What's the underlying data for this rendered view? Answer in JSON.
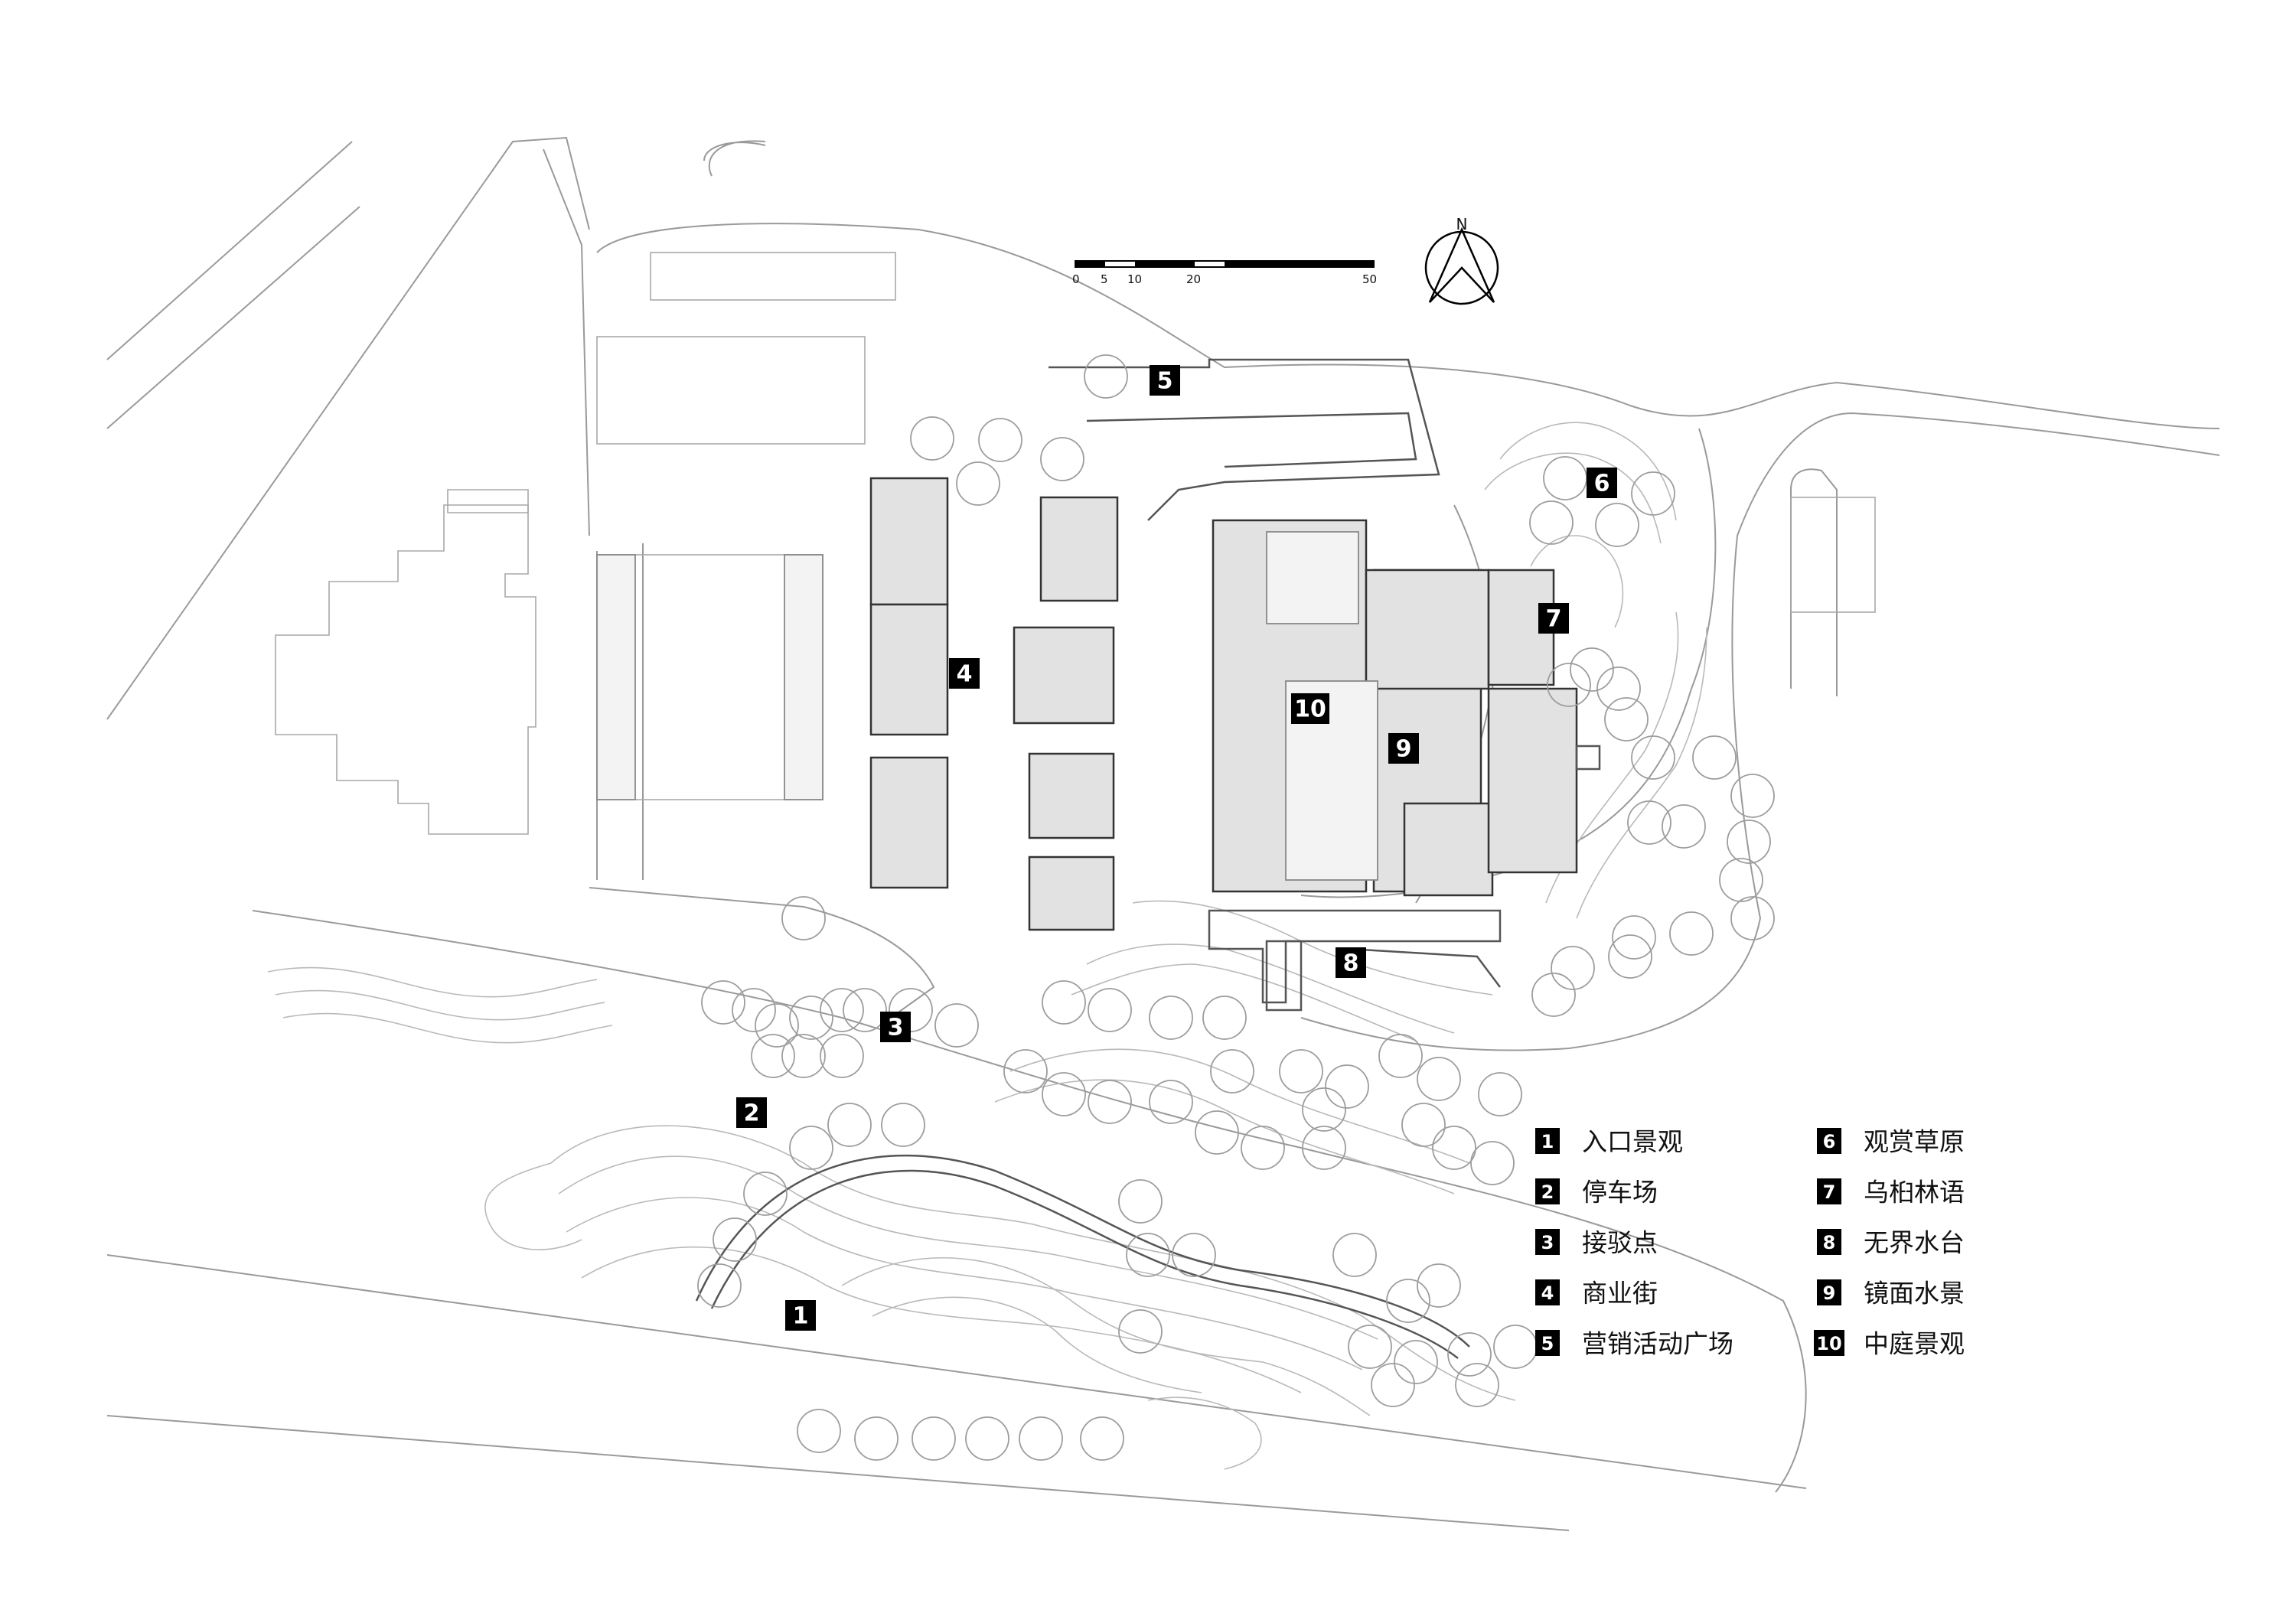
{
  "markers": [
    {
      "num": "1"
    },
    {
      "num": "2"
    },
    {
      "num": "3"
    },
    {
      "num": "4"
    },
    {
      "num": "5"
    },
    {
      "num": "6"
    },
    {
      "num": "7"
    },
    {
      "num": "8"
    },
    {
      "num": "9"
    },
    {
      "num": "10"
    }
  ],
  "legend": [
    {
      "num": "1",
      "label": "入口景观"
    },
    {
      "num": "2",
      "label": "停车场"
    },
    {
      "num": "3",
      "label": "接驳点"
    },
    {
      "num": "4",
      "label": "商业街"
    },
    {
      "num": "5",
      "label": "营销活动广场"
    },
    {
      "num": "6",
      "label": "观赏草原"
    },
    {
      "num": "7",
      "label": "乌桕林语"
    },
    {
      "num": "8",
      "label": "无界水台"
    },
    {
      "num": "9",
      "label": "镜面水景"
    },
    {
      "num": "10",
      "label": "中庭景观"
    }
  ],
  "scale_bar": {
    "ticks": [
      "0",
      "5",
      "10",
      "20",
      "50"
    ]
  },
  "north_arrow": {
    "label": "N"
  },
  "colors": {
    "ink": "#000000",
    "line": "#9a9a9a",
    "building_fill": "#e2e2e2",
    "background": "#ffffff"
  }
}
